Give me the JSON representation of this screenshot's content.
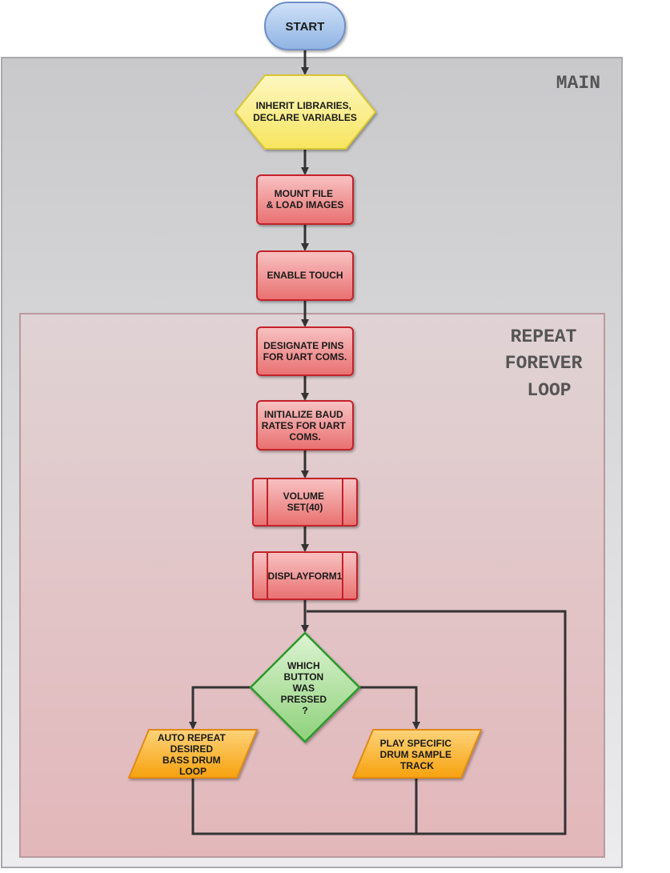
{
  "regions": {
    "main": {
      "label": "MAIN"
    },
    "loop": {
      "label_lines": [
        "REPEAT",
        "FOREVER",
        "LOOP"
      ]
    }
  },
  "nodes": {
    "start": {
      "lines": [
        "START"
      ]
    },
    "inherit": {
      "lines": [
        "INHERIT LIBRARIES,",
        "DECLARE VARIABLES"
      ]
    },
    "mount": {
      "lines": [
        "MOUNT FILE",
        "& LOAD IMAGES"
      ]
    },
    "touch": {
      "lines": [
        "ENABLE TOUCH"
      ]
    },
    "pins": {
      "lines": [
        "DESIGNATE PINS",
        "FOR UART COMS."
      ]
    },
    "baud": {
      "lines": [
        "INITIALIZE BAUD",
        "RATES FOR UART",
        "COMS."
      ]
    },
    "volume": {
      "lines": [
        "VOLUME",
        "SET(40)"
      ]
    },
    "display": {
      "lines": [
        "DISPLAYFORM1"
      ]
    },
    "decision": {
      "lines": [
        "WHICH",
        "BUTTON",
        "WAS",
        "PRESSED",
        "?"
      ]
    },
    "auto": {
      "lines": [
        "AUTO REPEAT",
        "DESIRED",
        "BASS DRUM",
        "LOOP"
      ]
    },
    "play": {
      "lines": [
        "PLAY SPECIFIC",
        "DRUM SAMPLE",
        "TRACK"
      ]
    }
  },
  "colors": {
    "start_fill": "#a9c7ec",
    "start_stroke": "#6f8fc4",
    "prep_fill": "#fbee8c",
    "prep_stroke": "#d8c634",
    "process_fill": "#ef8e8e",
    "process_stroke": "#c3212a",
    "decision_fill": "#a8dc98",
    "decision_stroke": "#2a9a2a",
    "io_fill": "#fcb72e",
    "io_stroke": "#e08a16",
    "main_region": "#d4d4d7",
    "loop_region": "#e2c0c3",
    "edge": "#333333"
  }
}
